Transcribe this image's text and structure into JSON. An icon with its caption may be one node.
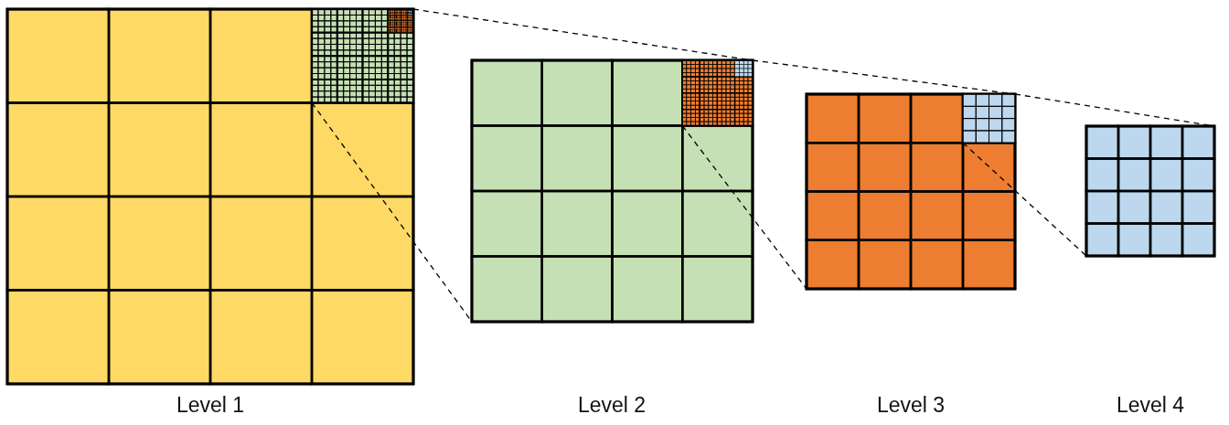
{
  "diagram": {
    "nodes": [
      {
        "text": [],
        "shape": "box"
      },
      {
        "text": [],
        "shape": "box",
        "in": 0
      },
      {
        "text": [],
        "shape": "box"
      },
      {
        "text": [],
        "shape": "box",
        "in": 2
      },
      {
        "text": [],
        "shape": "box"
      },
      {
        "text": [],
        "shape": "box",
        "in": 4
      },
      {
        "text": [],
        "shape": "box"
      }
    ],
    "edges": [
      {
        "from": 1,
        "to": 2,
        "arrow": "none",
        "style": "dashed"
      },
      {
        "from": 1,
        "to": 2,
        "arrow": "none",
        "style": "dashed"
      },
      {
        "from": 3,
        "to": 4,
        "arrow": "none",
        "style": "dashed"
      },
      {
        "from": 3,
        "to": 4,
        "arrow": "none",
        "style": "dashed"
      },
      {
        "from": 5,
        "to": 6,
        "arrow": "none",
        "style": "dashed"
      },
      {
        "from": 5,
        "to": 6,
        "arrow": "none",
        "style": "dashed"
      }
    ],
    "labels": [
      "Level 1",
      "Level 2",
      "Level 3",
      "Level 4"
    ]
  }
}
